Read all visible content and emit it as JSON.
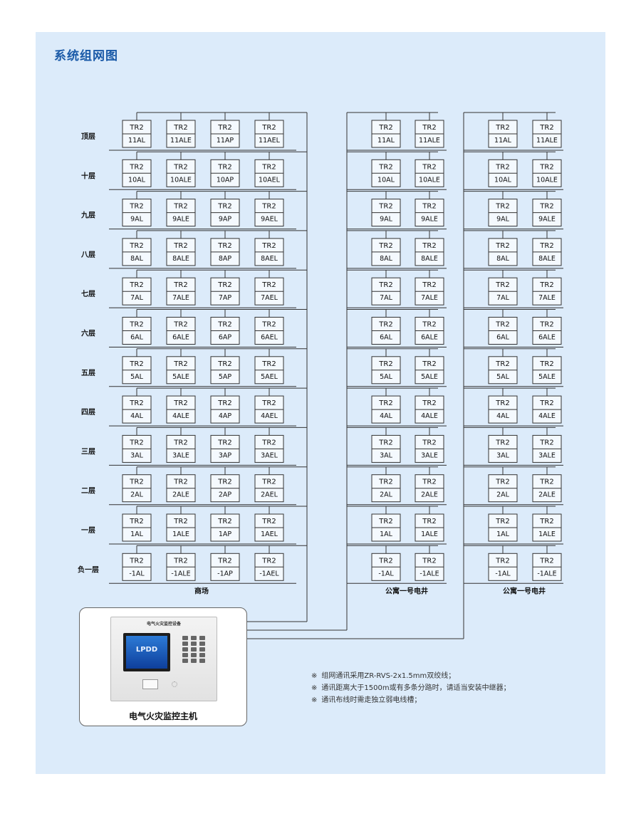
{
  "title": "系统组网图",
  "floors": [
    {
      "label": "顶层",
      "code": "11"
    },
    {
      "label": "十层",
      "code": "10"
    },
    {
      "label": "九层",
      "code": "9"
    },
    {
      "label": "八层",
      "code": "8"
    },
    {
      "label": "七层",
      "code": "7"
    },
    {
      "label": "六层",
      "code": "6"
    },
    {
      "label": "五层",
      "code": "5"
    },
    {
      "label": "四层",
      "code": "4"
    },
    {
      "label": "三层",
      "code": "3"
    },
    {
      "label": "二层",
      "code": "2"
    },
    {
      "label": "一层",
      "code": "1"
    },
    {
      "label": "负一层",
      "code": "-1"
    }
  ],
  "module_prefix": "TR2",
  "groups": [
    {
      "caption": "商场",
      "suffixes": [
        "AL",
        "ALE",
        "AP",
        "AEL"
      ]
    },
    {
      "caption": "公寓一号电井",
      "suffixes": [
        "AL",
        "ALE"
      ]
    },
    {
      "caption": "公寓一号电井",
      "suffixes": [
        "AL",
        "ALE"
      ]
    }
  ],
  "host": {
    "label": "电气火灾监控主机",
    "device_title": "电气火灾监控设备",
    "screen_logo": "LPDD"
  },
  "notes": [
    {
      "mark": "※",
      "text": "组网通讯采用ZR-RVS-2x1.5mm双绞线；"
    },
    {
      "mark": "※",
      "text": "通讯距离大于1500m或有多条分路时，请适当安装中继器；"
    },
    {
      "mark": "※",
      "text": "通讯布线时需走独立弱电线槽；"
    }
  ],
  "colors": {
    "panel": "#dcebfa",
    "title": "#1a5aa8",
    "line": "#333333"
  }
}
